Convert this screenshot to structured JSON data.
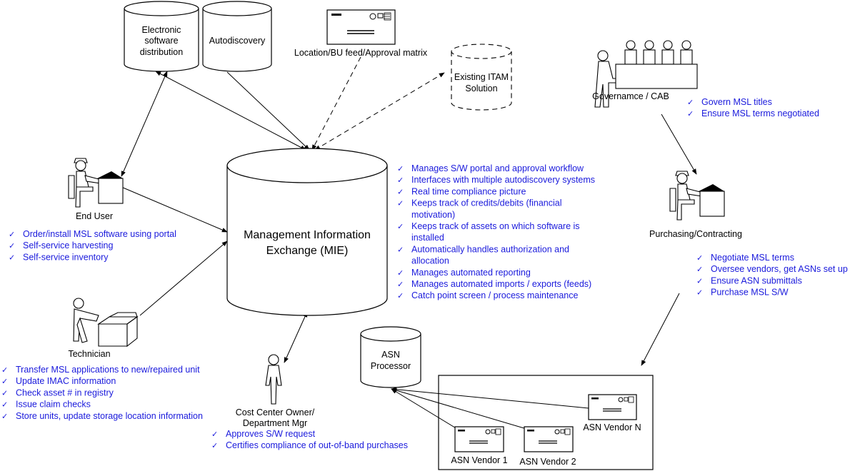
{
  "nodes": {
    "esd": [
      "Electronic",
      "software",
      "distribution"
    ],
    "autodiscovery": [
      "Autodiscovery"
    ],
    "location_feed": [
      "Location/BU feed/Approval matrix"
    ],
    "existing_itam": [
      "Existing ITAM",
      "Solution"
    ],
    "governance": [
      "Governamce / CAB"
    ],
    "end_user": [
      "End User"
    ],
    "mie": [
      "Management Information",
      "Exchange (MIE)"
    ],
    "purchasing": [
      "Purchasing/Contracting"
    ],
    "technician": [
      "Technician"
    ],
    "cost_center": [
      "Cost Center Owner/",
      "Department Mgr"
    ],
    "asn_processor": [
      "ASN",
      "Processor"
    ],
    "asn_vendor_1": [
      "ASN Vendor 1"
    ],
    "asn_vendor_2": [
      "ASN Vendor 2"
    ],
    "asn_vendor_n": [
      "ASN Vendor N"
    ]
  },
  "checklists": {
    "governance": [
      "Govern MSL titles",
      "Ensure MSL terms negotiated"
    ],
    "mie": [
      "Manages S/W portal and approval workflow",
      "Interfaces with multiple autodiscovery systems",
      "Real time compliance picture",
      "Keeps track of credits/debits (financial",
      "motivation)",
      "Keeps track of assets on which software is",
      "installed",
      "Automatically handles authorization and",
      "allocation",
      "Manages automated reporting",
      "Manages automated imports / exports (feeds)",
      "Catch point screen / process maintenance"
    ],
    "end_user": [
      "Order/install MSL software using portal",
      "Self-service harvesting",
      "Self-service inventory"
    ],
    "purchasing": [
      "Negotiate MSL terms",
      "Oversee vendors, get ASNs set up",
      "Ensure ASN submittals",
      "Purchase MSL S/W"
    ],
    "technician": [
      "Transfer MSL applications to new/repaired unit",
      "Update IMAC information",
      "Check asset # in registry",
      "Issue claim checks",
      "Store units, update storage location information"
    ],
    "cost_center": [
      "Approves S/W request",
      "Certifies compliance of out-of-band purchases"
    ]
  },
  "check_mark": "✓",
  "checks_visible": {
    "governance": [
      true,
      true
    ],
    "mie": [
      true,
      true,
      true,
      true,
      false,
      true,
      false,
      true,
      false,
      true,
      true,
      true
    ],
    "end_user": [
      true,
      true,
      true
    ],
    "purchasing": [
      true,
      true,
      true,
      true
    ],
    "technician": [
      true,
      true,
      true,
      true,
      true
    ],
    "cost_center": [
      true,
      true
    ]
  },
  "colors": {
    "checklist_text": "#1a1adc",
    "line": "#000000"
  }
}
